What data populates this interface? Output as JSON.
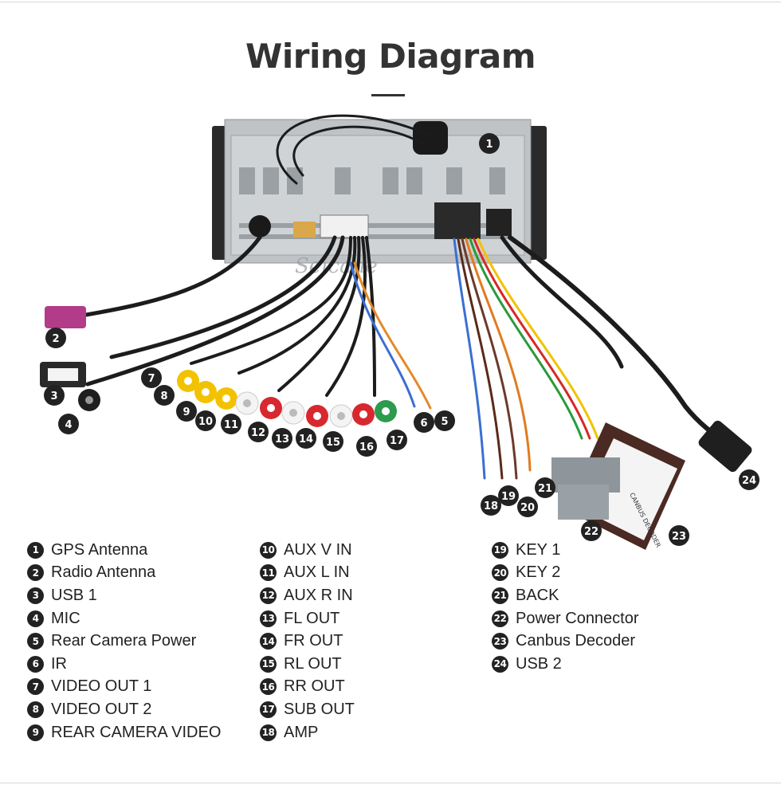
{
  "title": "Wiring Diagram",
  "watermark": "Seicane",
  "decoder_label": "CANBUS DECODER",
  "legend": [
    {
      "num": "1",
      "label": "GPS Antenna"
    },
    {
      "num": "2",
      "label": "Radio Antenna"
    },
    {
      "num": "3",
      "label": "USB 1"
    },
    {
      "num": "4",
      "label": "MIC"
    },
    {
      "num": "5",
      "label": "Rear Camera Power"
    },
    {
      "num": "6",
      "label": "IR"
    },
    {
      "num": "7",
      "label": "VIDEO OUT 1"
    },
    {
      "num": "8",
      "label": "VIDEO OUT 2"
    },
    {
      "num": "9",
      "label": "REAR CAMERA VIDEO"
    },
    {
      "num": "10",
      "label": "AUX V IN"
    },
    {
      "num": "11",
      "label": "AUX L IN"
    },
    {
      "num": "12",
      "label": "AUX R IN"
    },
    {
      "num": "13",
      "label": "FL OUT"
    },
    {
      "num": "14",
      "label": "FR OUT"
    },
    {
      "num": "15",
      "label": "RL OUT"
    },
    {
      "num": "16",
      "label": "RR OUT"
    },
    {
      "num": "17",
      "label": "SUB OUT"
    },
    {
      "num": "18",
      "label": "AMP"
    },
    {
      "num": "19",
      "label": "KEY 1"
    },
    {
      "num": "20",
      "label": "KEY 2"
    },
    {
      "num": "21",
      "label": "BACK"
    },
    {
      "num": "22",
      "label": "Power Connector"
    },
    {
      "num": "23",
      "label": "Canbus Decoder"
    },
    {
      "num": "24",
      "label": "USB 2"
    }
  ],
  "colors": {
    "badge": "#222222",
    "rca_yellow": "#f2c200",
    "rca_red": "#d8282f",
    "rca_white": "#f4f4f4",
    "rca_green": "#2e9a4e",
    "chassis": "#bfc3c6",
    "decoder_box": "#4a2a22",
    "wire_black": "#1c1c1c"
  }
}
